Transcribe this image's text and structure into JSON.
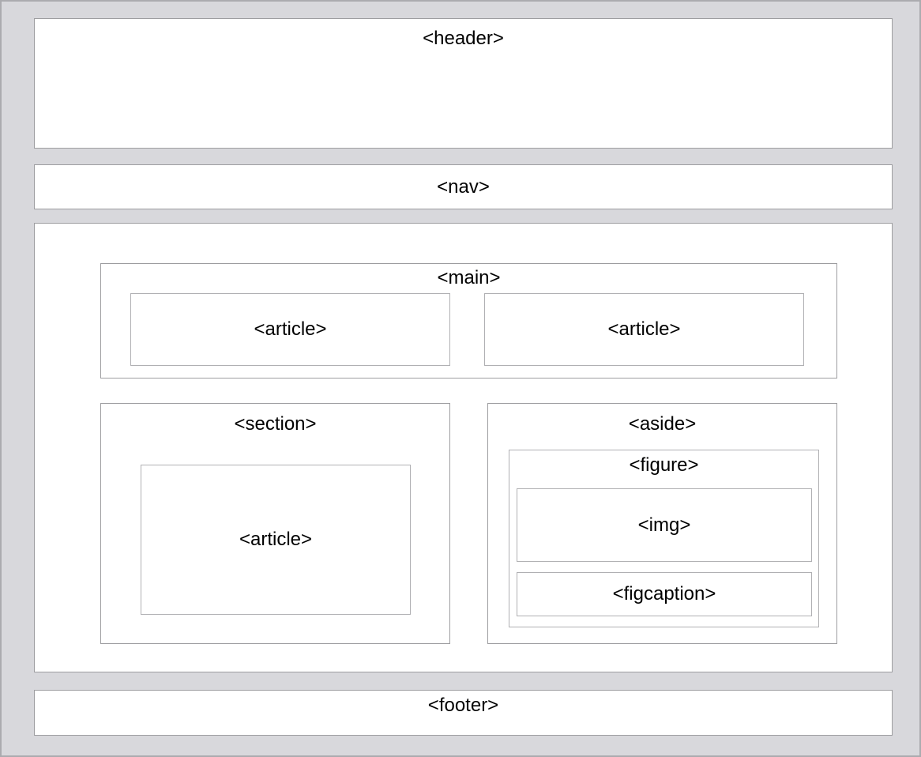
{
  "colors": {
    "page_background": "#d8d8dc",
    "page_border": "#ababaf",
    "box_fill": "#ffffff",
    "box_border": "#9d9da0",
    "inner_box_border": "#b0b0b3",
    "text": "#000000"
  },
  "labels": {
    "header": "<header>",
    "nav": "<nav>",
    "main": "<main>",
    "main_article_left": "<article>",
    "main_article_right": "<article>",
    "section": "<section>",
    "section_article": "<article>",
    "aside": "<aside>",
    "figure": "<figure>",
    "img": "<img>",
    "figcaption": "<figcaption>",
    "footer": "<footer>"
  }
}
